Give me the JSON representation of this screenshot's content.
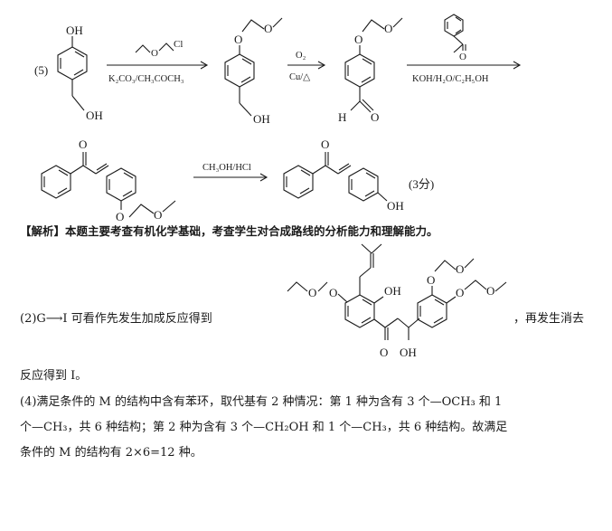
{
  "part5": {
    "label": "(5)",
    "reagent1": "K₂CO₃/CH₃COCH₃",
    "reagent2_top": "O₂",
    "reagent2_bottom": "Cu/△",
    "reagent3": "KOH/H₂O/C₂H₅OH",
    "reagent4": "CH₃OH/HCl",
    "score": "(3分)",
    "atoms": {
      "oh": "OH",
      "o": "O",
      "cl": "Cl",
      "h": "H"
    }
  },
  "analysis": {
    "title": "【解析】",
    "intro": "本题主要考查有机化学基础，考查学生对合成路线的分析能力和理解能力。",
    "p2_before": "(2)G⟶I 可看作先发生加成反应得到",
    "p2_after": "，再发生消去",
    "p2_end": "反应得到 I。",
    "p4_line1": "(4)满足条件的 M 的结构中含有苯环，取代基有 2 种情况：第 1 种为含有 3 个—OCH₃ 和 1",
    "p4_line2": "个—CH₃，共 6 种结构；第 2 种为含有 3 个—CH₂OH 和 1 个—CH₃，共 6 种结构。故满足",
    "p4_line3": "条件的 M 的结构有 2×6=12 种。"
  }
}
